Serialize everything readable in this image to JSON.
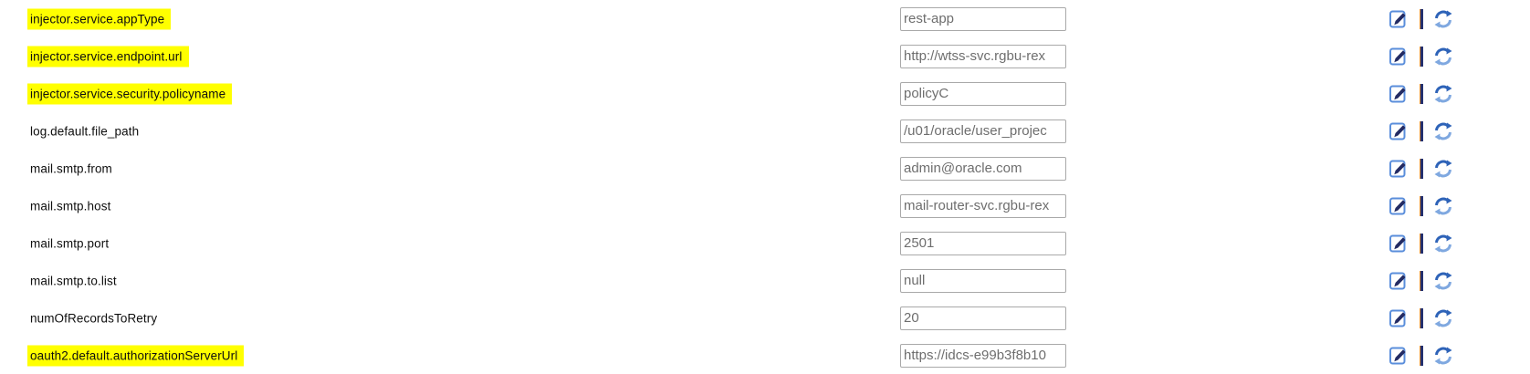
{
  "page": {
    "background": "#ffffff",
    "type": "configuration-properties-editor"
  },
  "colors": {
    "highlight": "#ffff00",
    "label_text": "#0f0f0f",
    "input_border": "#a9a9a9",
    "input_text": "#6e6e6e",
    "edit_icon_outline": "#5a8edb",
    "edit_icon_pen": "#232b63",
    "refresh_arrow_dark": "#2e63b8",
    "refresh_arrow_light": "#7fa8e0",
    "separator_navy": "#24306e",
    "separator_orange": "#e8922d"
  },
  "icons": {
    "edit": "edit-pen-page-icon",
    "separator": "vertical-bar-divider",
    "refresh": "refresh-sync-icon"
  },
  "rows": [
    {
      "label": "injector.service.appType",
      "highlighted": true,
      "value": "rest-app"
    },
    {
      "label": "injector.service.endpoint.url",
      "highlighted": true,
      "value": "http://wtss-svc.rgbu-rex"
    },
    {
      "label": "injector.service.security.policyname",
      "highlighted": true,
      "value": "policyC"
    },
    {
      "label": "log.default.file_path",
      "highlighted": false,
      "value": "/u01/oracle/user_projec"
    },
    {
      "label": "mail.smtp.from",
      "highlighted": false,
      "value": "admin@oracle.com"
    },
    {
      "label": "mail.smtp.host",
      "highlighted": false,
      "value": "mail-router-svc.rgbu-rex"
    },
    {
      "label": "mail.smtp.port",
      "highlighted": false,
      "value": "2501"
    },
    {
      "label": "mail.smtp.to.list",
      "highlighted": false,
      "value": "null"
    },
    {
      "label": "numOfRecordsToRetry",
      "highlighted": false,
      "value": "20"
    },
    {
      "label": "oauth2.default.authorizationServerUrl",
      "highlighted": true,
      "value": "https://idcs-e99b3f8b10"
    }
  ]
}
